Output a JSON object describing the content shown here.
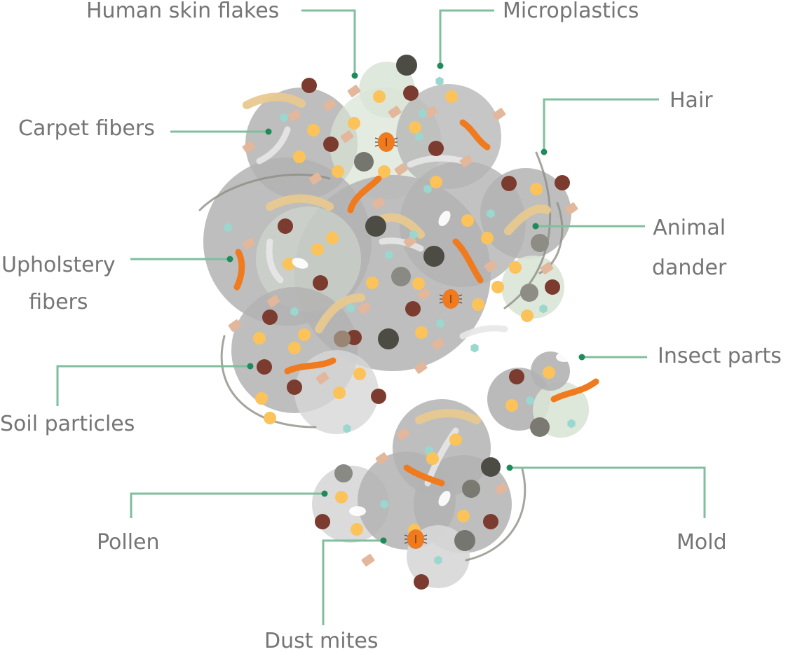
{
  "diagram": {
    "labels": {
      "human_skin_flakes": "Human skin flakes",
      "microplastics": "Microplastics",
      "hair": "Hair",
      "carpet_fibers": "Carpet fibers",
      "animal_dander_line1": "Animal",
      "animal_dander_line2": "dander",
      "upholstery_fibers_line1": "Upholstery",
      "upholstery_fibers_line2": "fibers",
      "insect_parts": "Insect parts",
      "soil_particles": "Soil particles",
      "pollen": "Pollen",
      "mold": "Mold",
      "dust_mites": "Dust mites"
    },
    "colors": {
      "leader_line": "#7fbf9e",
      "leader_dot": "#1f8a5a",
      "label_text": "#757575",
      "clump_gray": "#b3b3b3",
      "clump_pale_green": "#d9e4d6",
      "clump_light": "#d7d7d7",
      "skin_flake": "#e2b79b",
      "microplastic": "#9ad8cf",
      "hair_strand": "#8f8f86",
      "carpet_fiber": "#e8c98f",
      "soil_particle": "#7b3b2e",
      "pollen": "#fbc35a",
      "mold": "#4d4c44",
      "dust_mite": "#f07a1e",
      "insect_part": "#f07a1e",
      "dander": "#ffffff"
    }
  }
}
